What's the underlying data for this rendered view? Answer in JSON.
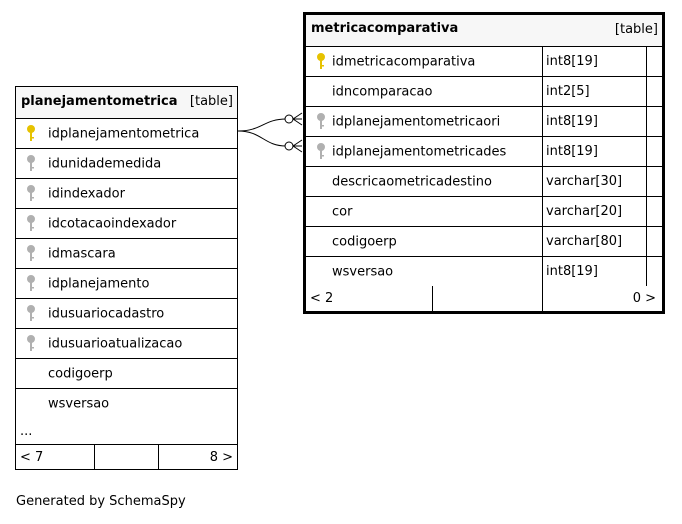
{
  "tables": {
    "planejamento": {
      "name": "planejamentometrica",
      "type": "[table]",
      "columns": [
        {
          "name": "idplanejamentometrica",
          "key": "primary"
        },
        {
          "name": "idunidademedida",
          "key": "foreign"
        },
        {
          "name": "idindexador",
          "key": "foreign"
        },
        {
          "name": "idcotacaoindexador",
          "key": "foreign"
        },
        {
          "name": "idmascara",
          "key": "foreign"
        },
        {
          "name": "idplanejamento",
          "key": "foreign"
        },
        {
          "name": "idusuariocadastro",
          "key": "foreign"
        },
        {
          "name": "idusuarioatualizacao",
          "key": "foreign"
        },
        {
          "name": "codigoerp",
          "key": "none"
        },
        {
          "name": "wsversao",
          "key": "none"
        }
      ],
      "more": "...",
      "footer_left": "< 7",
      "footer_right": "8 >"
    },
    "metrica": {
      "name": "metricacomparativa",
      "type": "[table]",
      "columns": [
        {
          "name": "idmetricacomparativa",
          "datatype": "int8[19]",
          "key": "primary"
        },
        {
          "name": "idncomparacao",
          "datatype": "int2[5]",
          "key": "none"
        },
        {
          "name": "idplanejamentometricaori",
          "datatype": "int8[19]",
          "key": "foreign"
        },
        {
          "name": "idplanejamentometricades",
          "datatype": "int8[19]",
          "key": "foreign"
        },
        {
          "name": "descricaometricadestino",
          "datatype": "varchar[30]",
          "key": "none"
        },
        {
          "name": "cor",
          "datatype": "varchar[20]",
          "key": "none"
        },
        {
          "name": "codigoerp",
          "datatype": "varchar[80]",
          "key": "none"
        },
        {
          "name": "wsversao",
          "datatype": "int8[19]",
          "key": "none"
        }
      ],
      "footer_left": "< 2",
      "footer_right": "0 >"
    }
  },
  "footer_text": "Generated by SchemaSpy",
  "colors": {
    "primary_key": "#e6c200",
    "foreign_key": "#b0b0b0",
    "header_bg": "#f7f7f7"
  }
}
